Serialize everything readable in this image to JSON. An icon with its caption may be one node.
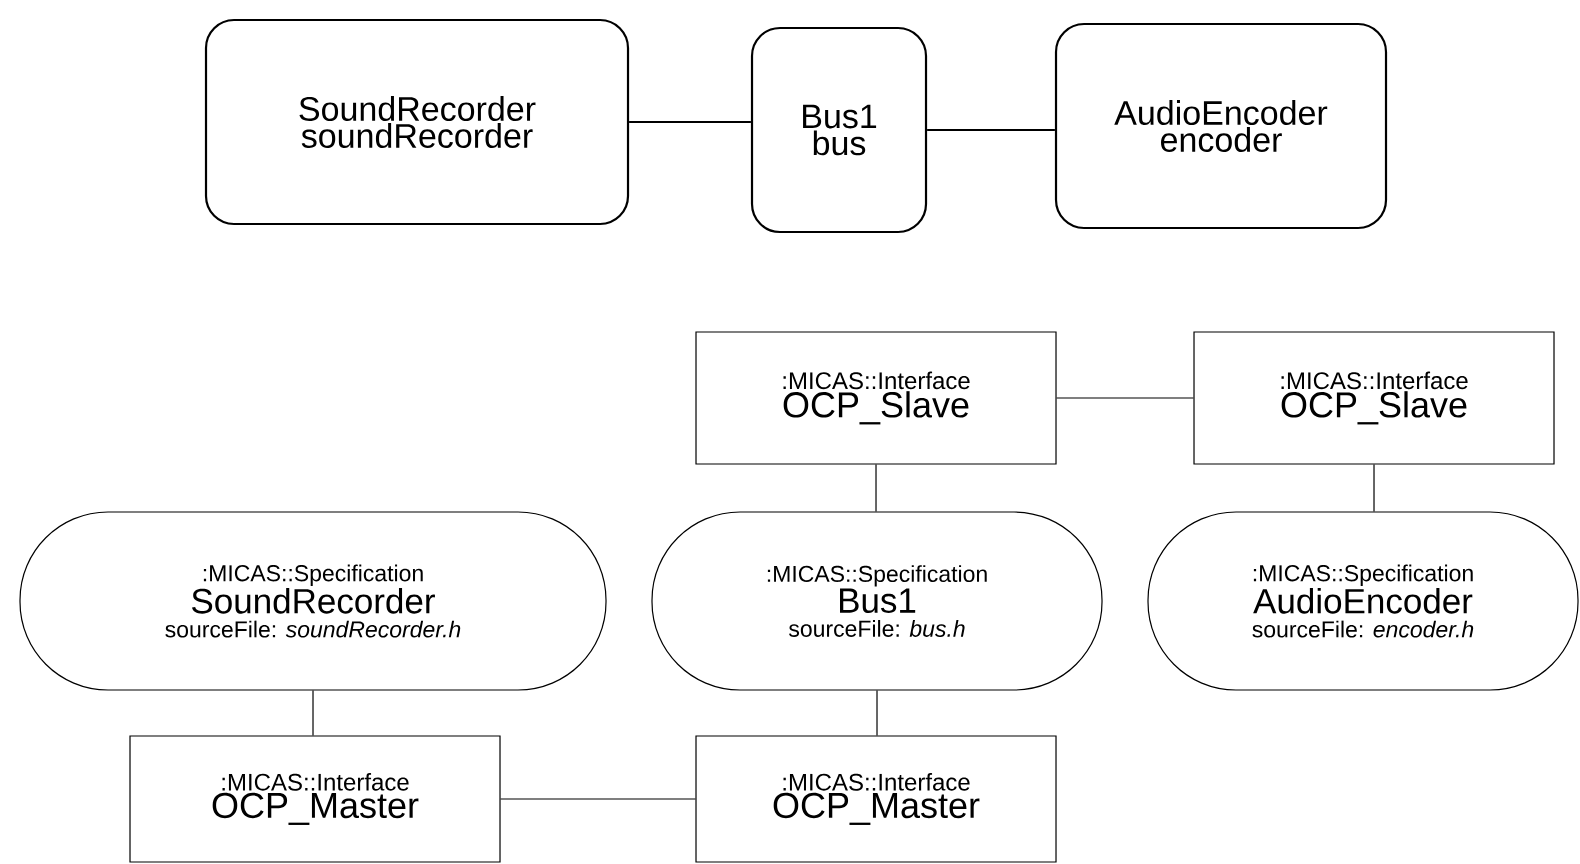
{
  "diagram": {
    "nodes": [
      {
        "text": [
          "SoundRecorder",
          "soundRecorder"
        ]
      },
      {
        "text": [
          "Bus1",
          "bus"
        ]
      },
      {
        "text": [
          "AudioEncoder",
          "encoder"
        ]
      },
      {
        "text": [
          ":MICAS::Interface",
          "OCP_Slave"
        ]
      },
      {
        "text": [
          ":MICAS::Interface",
          "OCP_Slave"
        ]
      },
      {
        "text": [
          ":MICAS::Specification",
          "SoundRecorder",
          "sourceFile:  *soundRecorder.h*"
        ]
      },
      {
        "text": [
          ":MICAS::Specification",
          "Bus1",
          "sourceFile:  *bus.h*"
        ]
      },
      {
        "text": [
          ":MICAS::Specification",
          "AudioEncoder",
          "sourceFile:  *encoder.h*"
        ]
      },
      {
        "text": [
          ":MICAS::Interface",
          "OCP_Master"
        ]
      },
      {
        "text": [
          ":MICAS::Interface",
          "OCP_Master"
        ]
      }
    ],
    "edges": [
      {
        "from": 0,
        "to": 1,
        "arrow": "none"
      },
      {
        "from": 1,
        "to": 2,
        "arrow": "none"
      },
      {
        "from": 3,
        "to": 4,
        "arrow": "none"
      },
      {
        "from": 3,
        "to": 6,
        "arrow": "none"
      },
      {
        "from": 4,
        "to": 7,
        "arrow": "none"
      },
      {
        "from": 5,
        "to": 8,
        "arrow": "none"
      },
      {
        "from": 6,
        "to": 9,
        "arrow": "none"
      },
      {
        "from": 8,
        "to": 9,
        "arrow": "none"
      }
    ]
  }
}
